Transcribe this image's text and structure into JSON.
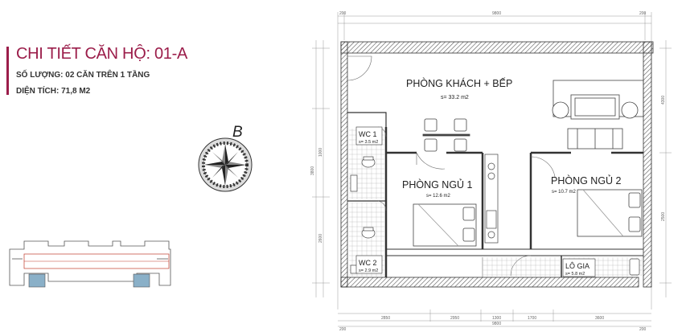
{
  "header": {
    "title": "CHI TIẾT CĂN HỘ: 01-A",
    "quantity": "SỐ LƯỢNG: 02 CĂN TRÊN 1 TẦNG",
    "area": "DIỆN TÍCH: 71,8 M2"
  },
  "compass": {
    "label": "B"
  },
  "rooms": {
    "living": {
      "name": "PHÒNG KHÁCH + BẾP",
      "area": "s=  33.2  m2"
    },
    "bed1": {
      "name": "PHÒNG NGỦ 1",
      "area": "s= 12.6  m2"
    },
    "bed2": {
      "name": "PHÒNG NGỦ 2",
      "area": "s= 10.7  m2"
    },
    "wc1": {
      "name": "WC 1",
      "area": "s=  3.5  m2"
    },
    "wc2": {
      "name": "WC 2",
      "area": "s= 2.9  m2"
    },
    "logia": {
      "name": "LÔ GIA",
      "area": "s= 5.8  m2"
    }
  },
  "dimensions": {
    "top_total": "9800",
    "bottom_segments": [
      "2850",
      "2950",
      "1300",
      "1700",
      "3600"
    ],
    "bottom_total": "9800",
    "left_marks": [
      "3800",
      "1000",
      "2600"
    ],
    "right_marks": [
      "4300",
      "2500"
    ],
    "ticks_top": [
      "200",
      "200"
    ],
    "ticks_bottom": [
      "200",
      "200"
    ]
  },
  "colors": {
    "accent": "#9b1d4a",
    "wall": "#444444",
    "key_plan_highlight": "#c0392b",
    "key_plan_unit": "#8ab0c8"
  }
}
